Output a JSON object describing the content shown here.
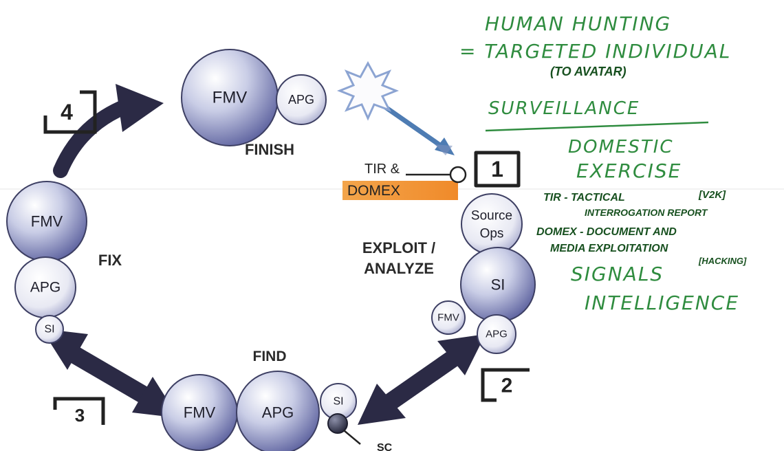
{
  "phases": {
    "finish": "FINISH",
    "fix": "FIX",
    "find": "FIND",
    "exploit": "EXPLOIT /",
    "analyze": "ANALYZE"
  },
  "steps": {
    "one": "1",
    "two": "2",
    "three": "3",
    "four": "4"
  },
  "nodes": {
    "finish_fmv": "FMV",
    "finish_apg": "APG",
    "fix_fmv": "FMV",
    "fix_apg": "APG",
    "fix_si": "SI",
    "find_fmv": "FMV",
    "find_apg": "APG",
    "find_si": "SI",
    "find_sc": "SC",
    "source_ops_1": "Source",
    "source_ops_2": "Ops",
    "exploit_si": "SI",
    "exploit_fmv": "FMV",
    "exploit_apg": "APG"
  },
  "tir_domex": {
    "tir": "TIR &",
    "domex": "DOMEX",
    "highlight_color": "#f29a3a"
  },
  "handwritten": {
    "line1": "HUMAN HUNTING",
    "line2": "= TARGETED INDIVIDUAL",
    "line3": "(TO AVATAR)",
    "line4": "SURVEILLANCE",
    "line5": "DOMESTIC",
    "line6": "EXERCISE",
    "line7a": "TIR - TACTICAL",
    "line7b": "[V2K]",
    "line8": "INTERROGATION REPORT",
    "line9": "DOMEX - DOCUMENT AND",
    "line10": "MEDIA EXPLOITATION",
    "line11a": "SIGNALS",
    "line11b": "[HACKING]",
    "line12": "INTELLIGENCE"
  },
  "colors": {
    "arrow": "#2b2a45",
    "strike_arrow": "#4e7cb3",
    "circle_dark": "#6a6fa6",
    "handwriting": "#2f8c3f",
    "handwriting_dark": "#17501f"
  },
  "icons": {
    "explosion": "starburst-icon"
  }
}
